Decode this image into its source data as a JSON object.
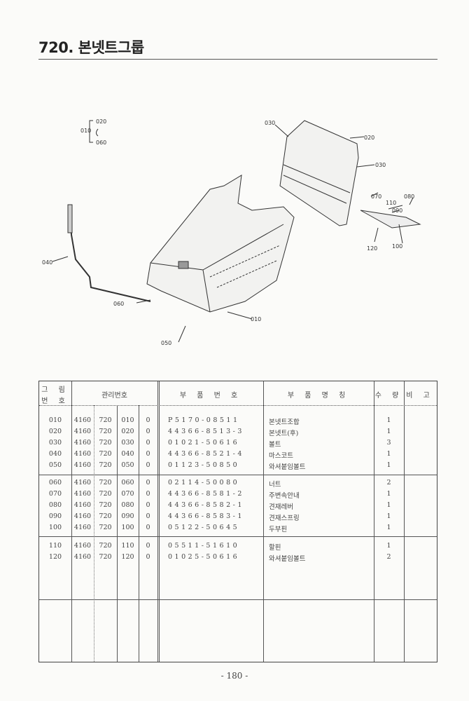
{
  "title": "720. 본넷트그룹",
  "diagram": {
    "bracket": {
      "main": "010",
      "top": "020",
      "bottom": "060"
    },
    "callouts": [
      "030",
      "020",
      "030",
      "070",
      "080",
      "110",
      "090",
      "120",
      "100",
      "040",
      "060",
      "010",
      "050"
    ]
  },
  "table": {
    "headers": {
      "fig_no_1": "그 림",
      "fig_no_2": "번 호",
      "mgmt_no": "관리번호",
      "part_no": "부 품 번 호",
      "part_name": "부 품 명 칭",
      "qty": "수 량",
      "remarks": "비 고"
    },
    "rows": [
      {
        "fig": "010",
        "a": "4160",
        "b": "720",
        "c": "010",
        "d": "0",
        "part": "P5170-08511",
        "name": "본넷트조합",
        "qty": "1"
      },
      {
        "fig": "020",
        "a": "4160",
        "b": "720",
        "c": "020",
        "d": "0",
        "part": "44366-8513-3",
        "name": "본넷트(후)",
        "qty": "1"
      },
      {
        "fig": "030",
        "a": "4160",
        "b": "720",
        "c": "030",
        "d": "0",
        "part": "01021-50616",
        "name": "볼트",
        "qty": "3"
      },
      {
        "fig": "040",
        "a": "4160",
        "b": "720",
        "c": "040",
        "d": "0",
        "part": "44366-8521-4",
        "name": "마스코트",
        "qty": "1"
      },
      {
        "fig": "050",
        "a": "4160",
        "b": "720",
        "c": "050",
        "d": "0",
        "part": "01123-50850",
        "name": "와셔붙임볼트",
        "qty": "1"
      },
      {
        "fig": "060",
        "a": "4160",
        "b": "720",
        "c": "060",
        "d": "0",
        "part": "02114-50080",
        "name": "너트",
        "qty": "2"
      },
      {
        "fig": "070",
        "a": "4160",
        "b": "720",
        "c": "070",
        "d": "0",
        "part": "44366-8581-2",
        "name": "주변속안내",
        "qty": "1"
      },
      {
        "fig": "080",
        "a": "4160",
        "b": "720",
        "c": "080",
        "d": "0",
        "part": "44366-8582-1",
        "name": "견재레버",
        "qty": "1"
      },
      {
        "fig": "090",
        "a": "4160",
        "b": "720",
        "c": "090",
        "d": "0",
        "part": "44366-8583-1",
        "name": "견재스프링",
        "qty": "1"
      },
      {
        "fig": "100",
        "a": "4160",
        "b": "720",
        "c": "100",
        "d": "0",
        "part": "05122-50645",
        "name": "두부핀",
        "qty": "1"
      },
      {
        "fig": "110",
        "a": "4160",
        "b": "720",
        "c": "110",
        "d": "0",
        "part": "05511-51610",
        "name": "할핀",
        "qty": "1"
      },
      {
        "fig": "120",
        "a": "4160",
        "b": "720",
        "c": "120",
        "d": "0",
        "part": "01025-50616",
        "name": "와셔붙임볼트",
        "qty": "2"
      }
    ]
  },
  "page_number": "- 180 -"
}
